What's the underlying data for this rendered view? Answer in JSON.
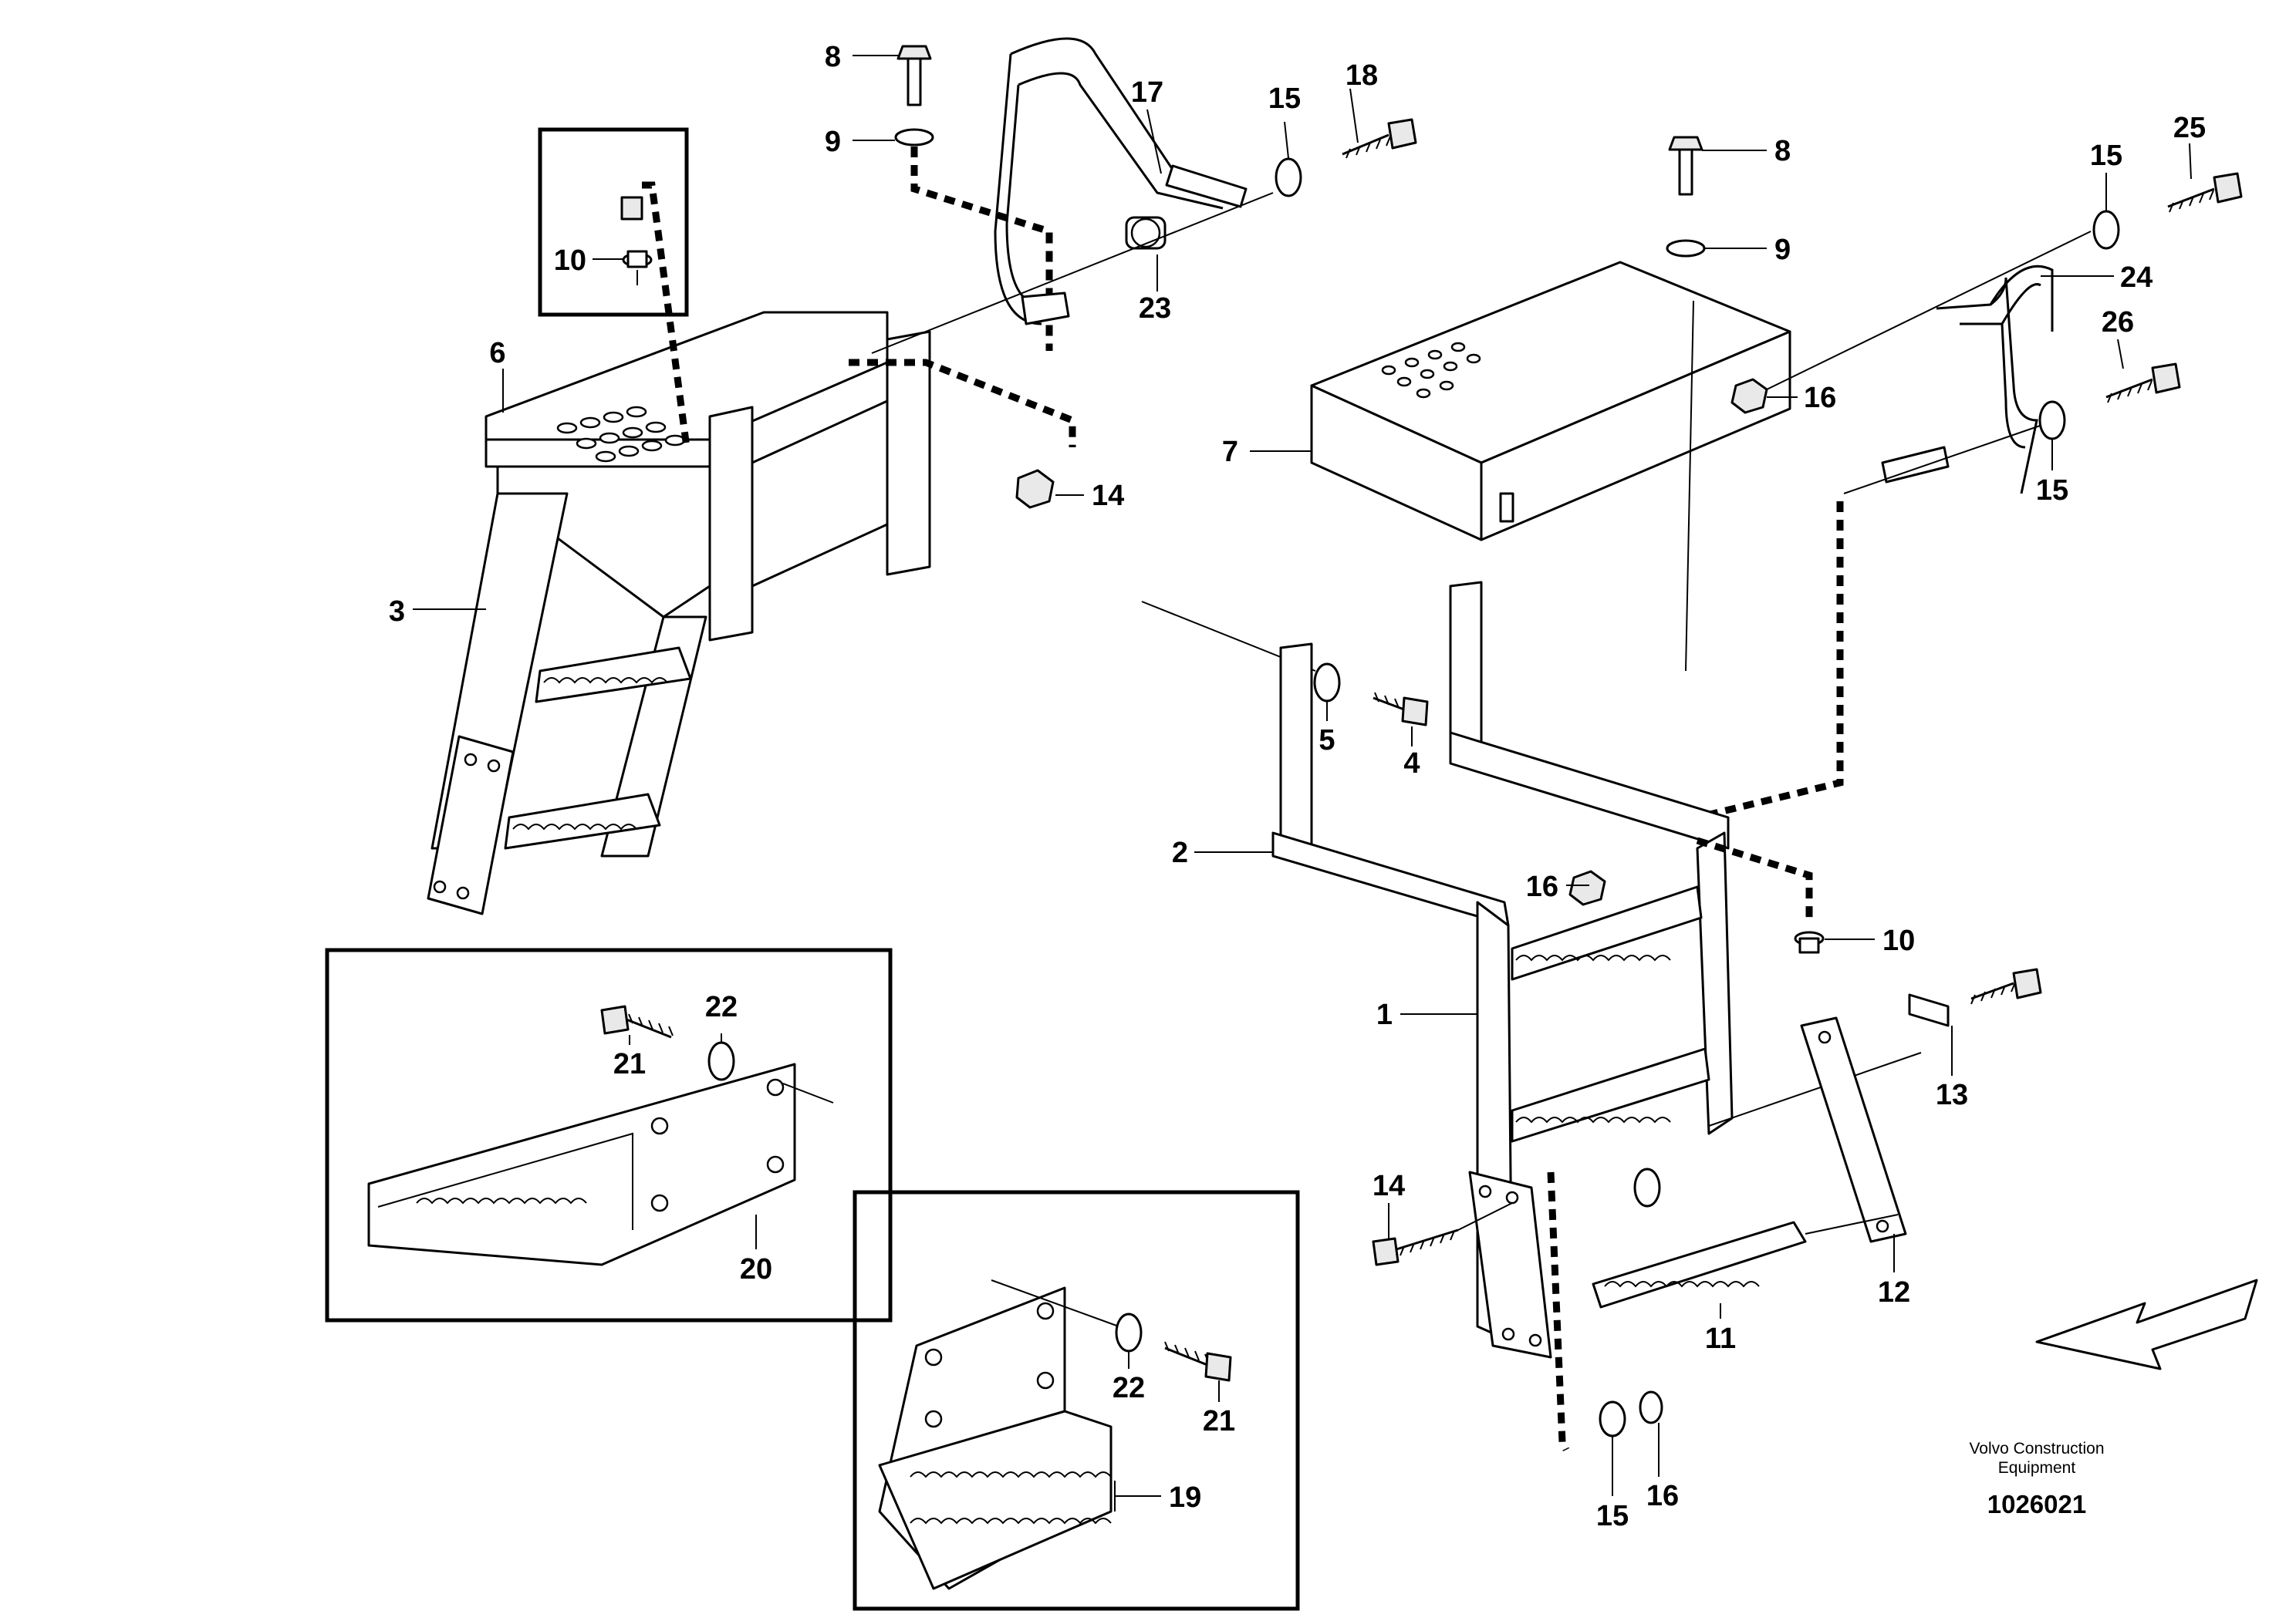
{
  "diagram": {
    "callouts": [
      {
        "id": "c8a",
        "text": "8"
      },
      {
        "id": "c9a",
        "text": "9"
      },
      {
        "id": "c10a",
        "text": "10"
      },
      {
        "id": "c17",
        "text": "17"
      },
      {
        "id": "c15a",
        "text": "15"
      },
      {
        "id": "c18",
        "text": "18"
      },
      {
        "id": "c23",
        "text": "23"
      },
      {
        "id": "c6",
        "text": "6"
      },
      {
        "id": "c14a",
        "text": "14"
      },
      {
        "id": "c3",
        "text": "3"
      },
      {
        "id": "c8b",
        "text": "8"
      },
      {
        "id": "c9b",
        "text": "9"
      },
      {
        "id": "c15b",
        "text": "15"
      },
      {
        "id": "c25",
        "text": "25"
      },
      {
        "id": "c24",
        "text": "24"
      },
      {
        "id": "c26",
        "text": "26"
      },
      {
        "id": "c16a",
        "text": "16"
      },
      {
        "id": "c15c",
        "text": "15"
      },
      {
        "id": "c7",
        "text": "7"
      },
      {
        "id": "c5",
        "text": "5"
      },
      {
        "id": "c4",
        "text": "4"
      },
      {
        "id": "c2",
        "text": "2"
      },
      {
        "id": "c16b",
        "text": "16"
      },
      {
        "id": "c10b",
        "text": "10"
      },
      {
        "id": "c1",
        "text": "1"
      },
      {
        "id": "c13",
        "text": "13"
      },
      {
        "id": "c22a",
        "text": "22"
      },
      {
        "id": "c21a",
        "text": "21"
      },
      {
        "id": "c20",
        "text": "20"
      },
      {
        "id": "c14b",
        "text": "14"
      },
      {
        "id": "c12",
        "text": "12"
      },
      {
        "id": "c11",
        "text": "11"
      },
      {
        "id": "c22b",
        "text": "22"
      },
      {
        "id": "c21b",
        "text": "21"
      },
      {
        "id": "c19",
        "text": "19"
      },
      {
        "id": "c15d",
        "text": "15"
      },
      {
        "id": "c16c",
        "text": "16"
      }
    ],
    "brand_line1": "Volvo Construction",
    "brand_line2": "Equipment",
    "document_number": "1026021"
  }
}
